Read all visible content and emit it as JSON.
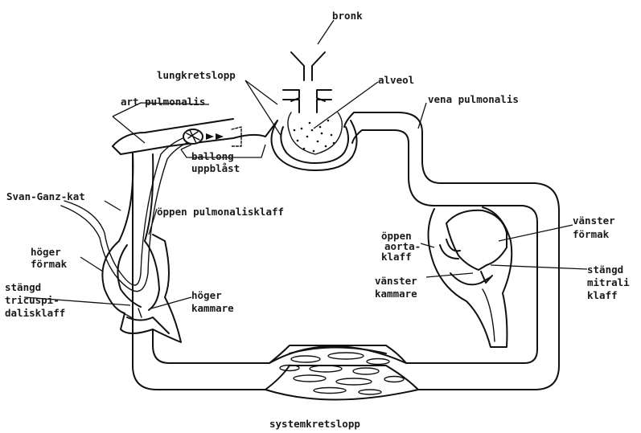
{
  "labels": {
    "bronk": "bronk",
    "lungkretslopp": "lungkretslopp",
    "alveol": "alveol",
    "art_pulmonalis": "art pulmonalis",
    "vena_pulmonalis": "vena pulmonalis",
    "ballong_1": "ballong",
    "ballong_2": "uppblåst",
    "svan_ganz": "Svan-Ganz-kat",
    "oppen_pulmonalisklaff": "öppen pulmonalisklaff",
    "hoger_formak_1": "höger",
    "hoger_formak_2": "förmak",
    "stangd_tricusp_1": "stängd",
    "stangd_tricusp_2": "tricuspi-",
    "stangd_tricusp_3": "dalisklaff",
    "hoger_kammare_1": "höger",
    "hoger_kammare_2": "kammare",
    "oppen_aorta_1": "öppen",
    "oppen_aorta_2": "aorta-",
    "oppen_aorta_3": "klaff",
    "vanster_kammare_1": "vänster",
    "vanster_kammare_2": "kammare",
    "vanster_formak_1": "vänster",
    "vanster_formak_2": "förmak",
    "stangd_mitral_1": "stängd",
    "stangd_mitral_2": "mitrali",
    "stangd_mitral_3": "klaff",
    "systemkretslopp": "systemkretslopp"
  }
}
